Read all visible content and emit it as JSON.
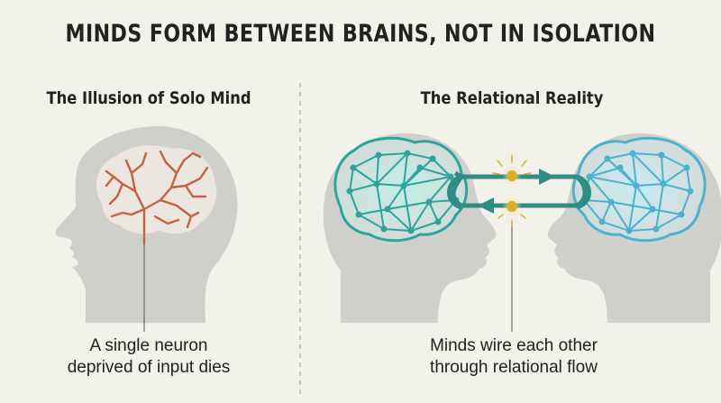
{
  "title": "MINDS FORM BETWEEN BRAINS, NOT IN ISOLATION",
  "left_panel": {
    "heading": "The Illusion of Solo Mind",
    "caption_line1": "A single neuron",
    "caption_line2": "deprived of input dies",
    "brain_color": "#c4623e"
  },
  "right_panel": {
    "heading": "The Relational Reality",
    "caption_line1": "Minds wire each other",
    "caption_line2": "through relational flow",
    "network_color": "#2ba59a",
    "network_color_2": "#49b3cf",
    "flow_color": "#2f8d86",
    "spark_color": "#d8b02e"
  },
  "colors": {
    "background": "#f2f1ea",
    "head": "#cfcfcc",
    "divider": "#b9b9b4"
  }
}
